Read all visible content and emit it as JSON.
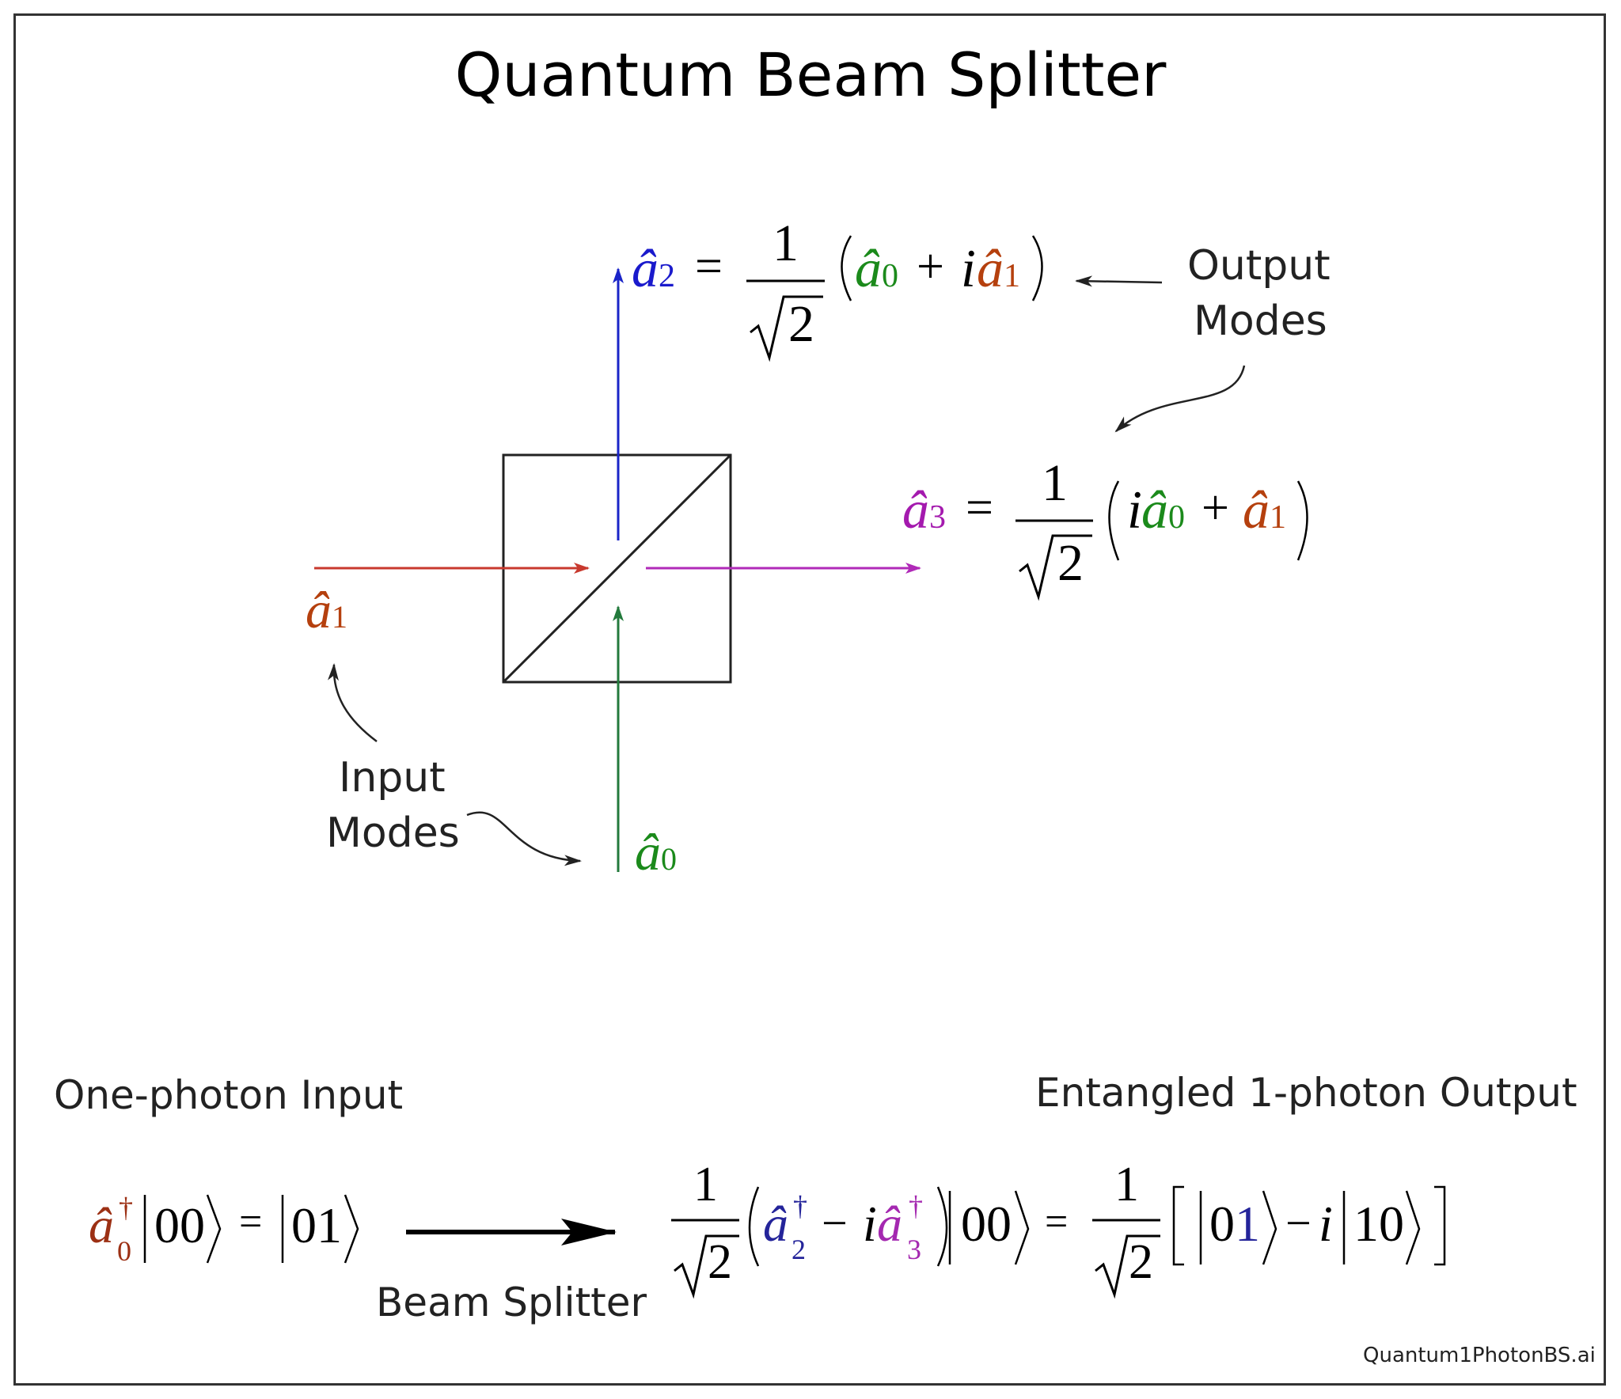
{
  "title": "Quantum Beam Splitter",
  "labels": {
    "output_modes_line1": "Output",
    "output_modes_line2": "Modes",
    "input_modes_line1": "Input",
    "input_modes_line2": "Modes",
    "one_photon_input": "One-photon Input",
    "entangled_output": "Entangled 1-photon Output",
    "beam_splitter": "Beam Splitter",
    "filename": "Quantum1PhotonBS.ai"
  },
  "symbols": {
    "hat_a": "â",
    "idx0": "0",
    "idx1": "1",
    "idx2": "2",
    "idx3": "3",
    "equals": "=",
    "plus": "+",
    "minus": "−",
    "i": "i",
    "one": "1",
    "two": "2",
    "dagger": "†",
    "ket00": "00",
    "ket01": "01",
    "ket10": "10",
    "ket01_zero": "0",
    "ket01_one": "1"
  },
  "colors": {
    "mode_a0": "#1b8a1b",
    "mode_a1": "#b5400e",
    "mode_a2": "#1a1acc",
    "mode_a3": "#a41aae",
    "beam_a0": "#237a3c",
    "beam_a1": "#c8392e",
    "beam_a2": "#1a24c8",
    "beam_a3": "#b02ab8",
    "dagger_a0": "#9c3014",
    "dagger_a2": "#24249a",
    "dagger_a3": "#a428b0",
    "ink": "#111111"
  }
}
